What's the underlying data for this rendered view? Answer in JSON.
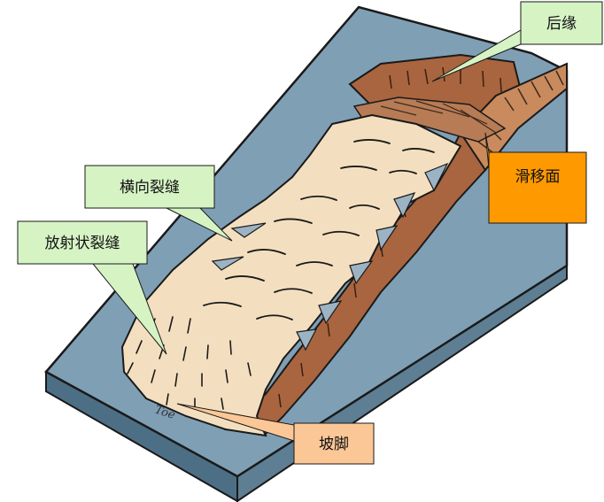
{
  "labels": {
    "crown": "后缘",
    "slip_surface": "滑移面",
    "transverse_cracks": "横向裂缝",
    "radial_cracks": "放射状裂缝",
    "toe_cn": "坡脚",
    "toe_en": "Toe"
  },
  "colors": {
    "slope_face": "#7f9fb5",
    "slope_side": "#5d7e93",
    "landslide_body": "#f3dfbf",
    "scarp_brown": "#a9653f",
    "callout_green": "#d6f3c4",
    "callout_orange": "#ff9900",
    "callout_peach": "#fcc796"
  }
}
